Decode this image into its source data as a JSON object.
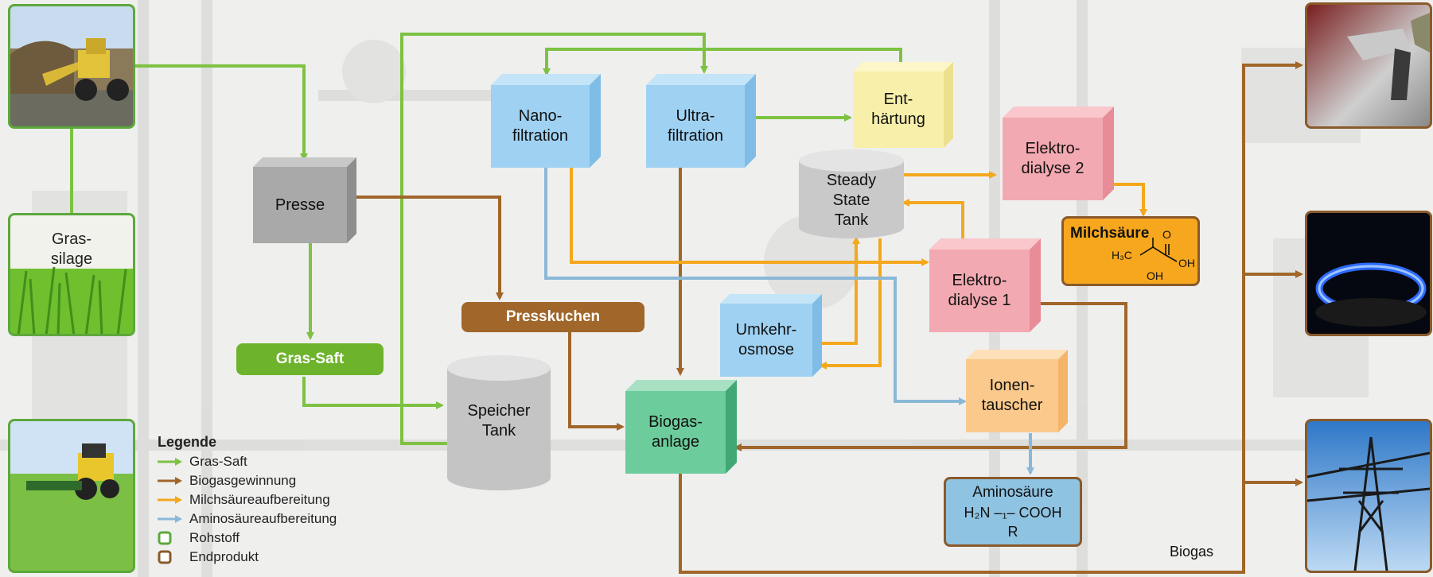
{
  "colors": {
    "gras_saft": "#7dc242",
    "biogas": "#a0662a",
    "milch": "#f4a81d",
    "amino": "#8ab8d8",
    "rohstoff_border": "#5da83c",
    "endprodukt_border": "#8a5a2b"
  },
  "rohstoff": {
    "silage_label": "Gras-\nsilage"
  },
  "nodes": {
    "presse": "Presse",
    "nano": "Nano-\nfiltration",
    "ultra": "Ultra-\nfiltration",
    "enth": "Ent-\nhärtung",
    "elektro2": "Elektro-\ndialyse 2",
    "steady": "Steady\nState\nTank",
    "elektro1": "Elektro-\ndialyse 1",
    "umkehr": "Umkehr-\nosmose",
    "ionen": "Ionen-\ntauscher",
    "speicher": "Speicher\nTank",
    "biogasanlage": "Biogas-\nanlage"
  },
  "intermediates": {
    "gras_saft": "Gras-Saft",
    "presskuchen": "Presskuchen"
  },
  "products": {
    "milch_name": "Milchsäure",
    "milch_formula": {
      "h3c": "H₃C",
      "o": "O",
      "oh1": "OH",
      "oh2": "OH"
    },
    "amino_name": "Aminosäure",
    "amino_formula_line1": "H₂N –₁– COOH",
    "amino_formula_line2": "R"
  },
  "biogas_label": "Biogas",
  "legend": {
    "title": "Legende",
    "items": [
      {
        "label": "Gras-Saft",
        "kind": "arrow",
        "color": "#7dc242"
      },
      {
        "label": "Biogasgewinnung",
        "kind": "arrow",
        "color": "#a0662a"
      },
      {
        "label": "Milchsäureaufbereitung",
        "kind": "arrow",
        "color": "#f4a81d"
      },
      {
        "label": "Aminosäureaufbereitung",
        "kind": "arrow",
        "color": "#8ab8d8"
      },
      {
        "label": "Rohstoff",
        "kind": "square",
        "color": "#5da83c"
      },
      {
        "label": "Endprodukt",
        "kind": "square",
        "color": "#8a5a2b"
      }
    ]
  }
}
